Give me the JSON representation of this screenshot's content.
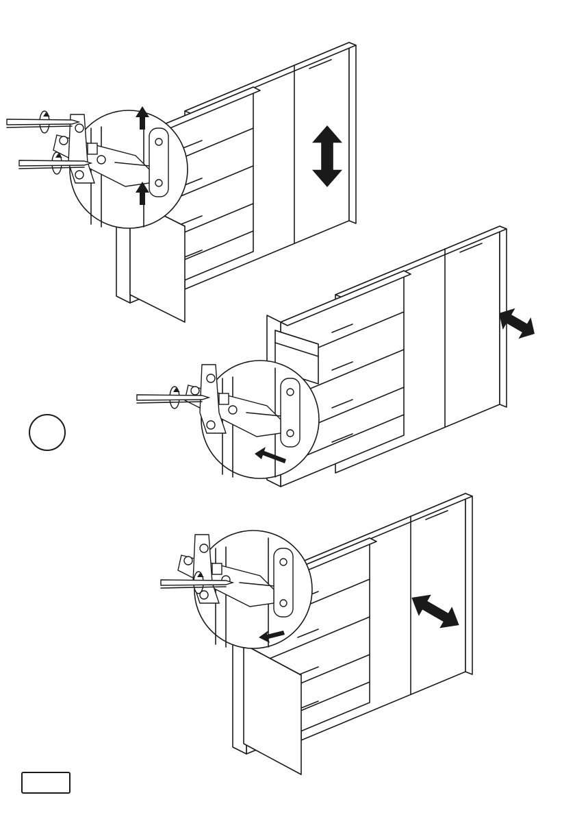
{
  "figures": [
    {
      "id": "height-adjustment",
      "direction": "vertical"
    },
    {
      "id": "depth-adjustment",
      "direction": "depth"
    },
    {
      "id": "side-adjustment",
      "direction": "horizontal"
    }
  ],
  "hinge_icons": [
    "hinge-icon",
    "screwdriver-icon",
    "rotation-icon"
  ],
  "colors": {
    "line": "#1a1a1a",
    "paper": "#ffffff"
  }
}
